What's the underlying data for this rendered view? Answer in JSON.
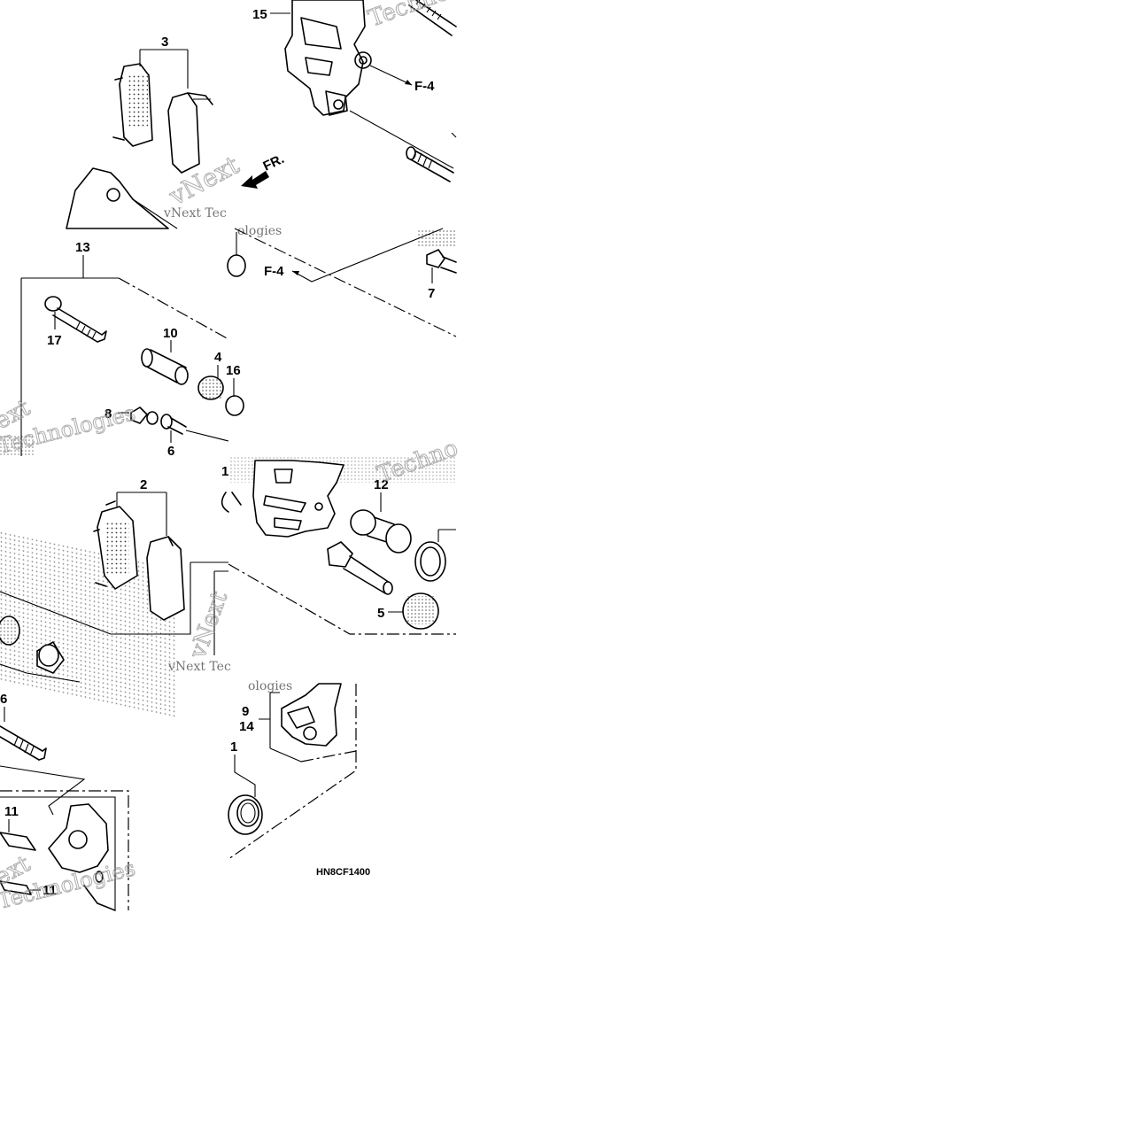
{
  "diagram": {
    "code": "HN8CF1400",
    "watermark_text": "vNext Technologies",
    "watermark_fragments": [
      "Techno",
      "vNext",
      "Technologies",
      "ext",
      "vNext Tec",
      "ologies",
      "Technologies"
    ],
    "direction_label": "FR.",
    "references": [
      "F-4",
      "F-4"
    ],
    "callouts": [
      "15",
      "3",
      "13",
      "17",
      "10",
      "4",
      "16",
      "8",
      "7",
      "6",
      "2",
      "1",
      "12",
      "5",
      "6",
      "9",
      "14",
      "1",
      "11",
      "11"
    ]
  }
}
